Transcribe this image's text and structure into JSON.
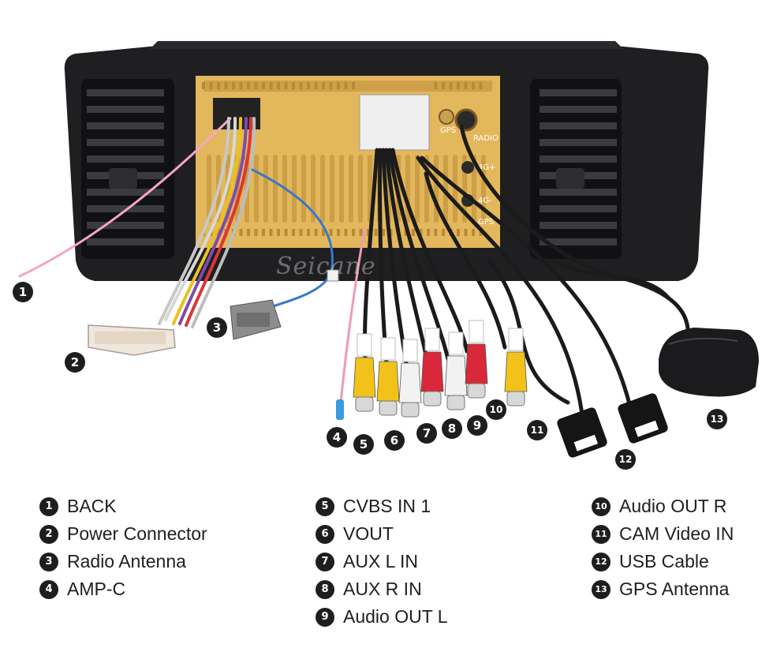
{
  "watermark": "Seicane",
  "panel_labels": {
    "gps": "GPS",
    "radio": "RADIO",
    "four_g_plus": "4G+",
    "four_g_minus": "4G-",
    "gps2": "GPS"
  },
  "items": [
    {
      "num": "1",
      "label": "BACK"
    },
    {
      "num": "2",
      "label": "Power Connector"
    },
    {
      "num": "3",
      "label": "Radio Antenna"
    },
    {
      "num": "4",
      "label": "AMP-C"
    },
    {
      "num": "5",
      "label": "CVBS IN 1"
    },
    {
      "num": "6",
      "label": "VOUT"
    },
    {
      "num": "7",
      "label": "AUX L IN"
    },
    {
      "num": "8",
      "label": "AUX R IN"
    },
    {
      "num": "9",
      "label": "Audio OUT L"
    },
    {
      "num": "10",
      "label": "Audio OUT R"
    },
    {
      "num": "11",
      "label": "CAM Video IN"
    },
    {
      "num": "12",
      "label": "USB Cable"
    },
    {
      "num": "13",
      "label": "GPS Antenna"
    }
  ],
  "colors": {
    "frame": "#1f1f22",
    "panel": "#e3b75c",
    "panel_dark": "#b98a35",
    "rca_yellow": "#f2c21a",
    "rca_red": "#d9283a",
    "rca_white": "#f2f2f2",
    "badge": "#1e1e1e"
  }
}
